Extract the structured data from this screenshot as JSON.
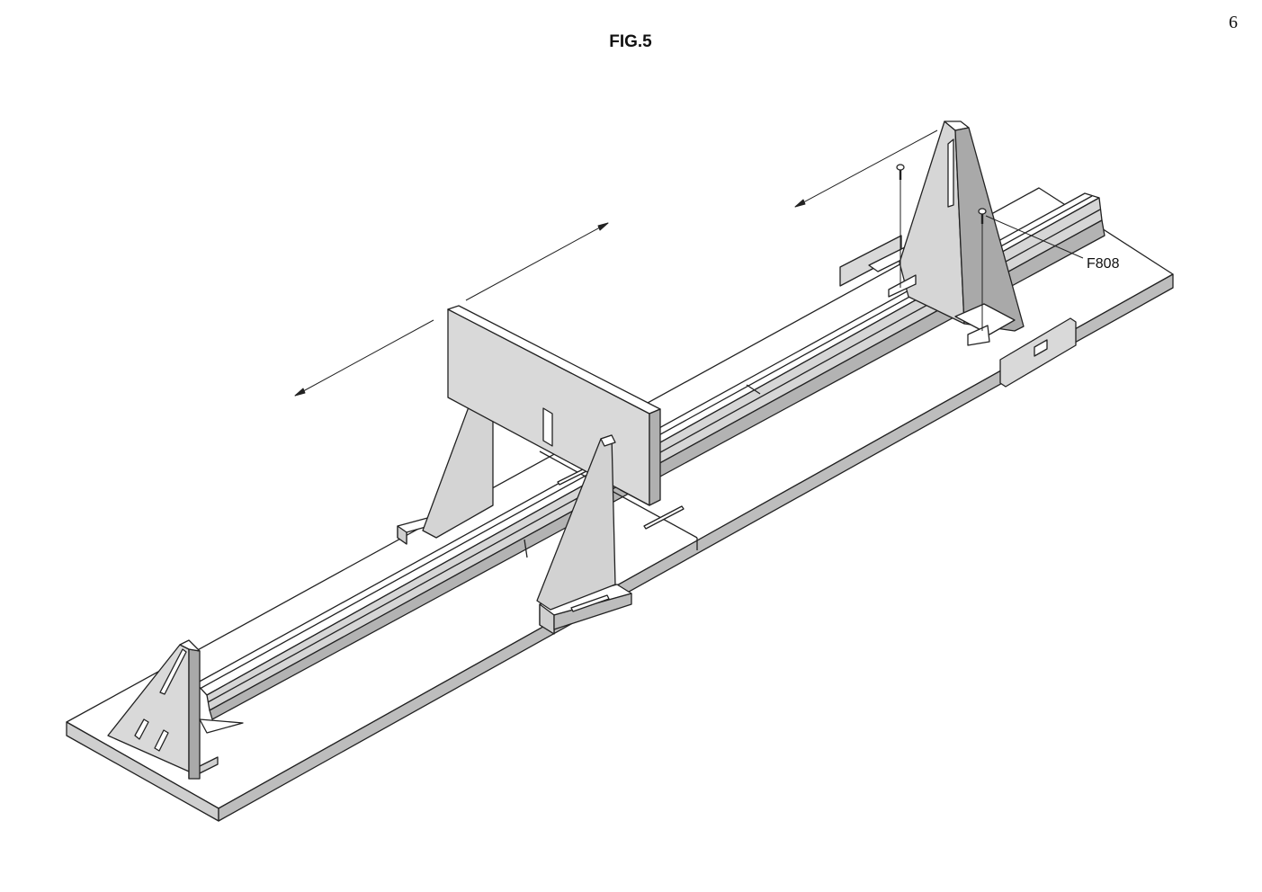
{
  "page": {
    "number": "6"
  },
  "figure": {
    "title": "FIG.5"
  },
  "labels": {
    "screw_part": "F808"
  },
  "colors": {
    "stroke": "#222222",
    "face_light": "#ffffff",
    "face_mid": "#cfcfcf",
    "face_dark": "#a9a9a9"
  }
}
